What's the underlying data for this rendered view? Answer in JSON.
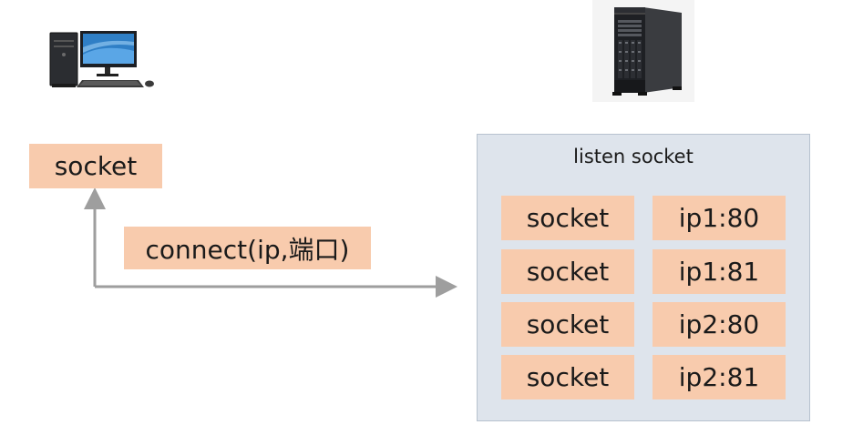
{
  "client": {
    "socket_label": "socket"
  },
  "connection": {
    "label": "connect(ip,端口)"
  },
  "server": {
    "listen_title": "listen socket",
    "entries": [
      {
        "socket": "socket",
        "address": "ip1:80"
      },
      {
        "socket": "socket",
        "address": "ip1:81"
      },
      {
        "socket": "socket",
        "address": "ip2:80"
      },
      {
        "socket": "socket",
        "address": "ip2:81"
      }
    ]
  },
  "colors": {
    "box_fill": "#f8cbad",
    "panel_fill": "#dee4ec",
    "arrow": "#9e9e9e"
  },
  "icons": {
    "client": "desktop-computer-icon",
    "server": "server-tower-icon"
  }
}
